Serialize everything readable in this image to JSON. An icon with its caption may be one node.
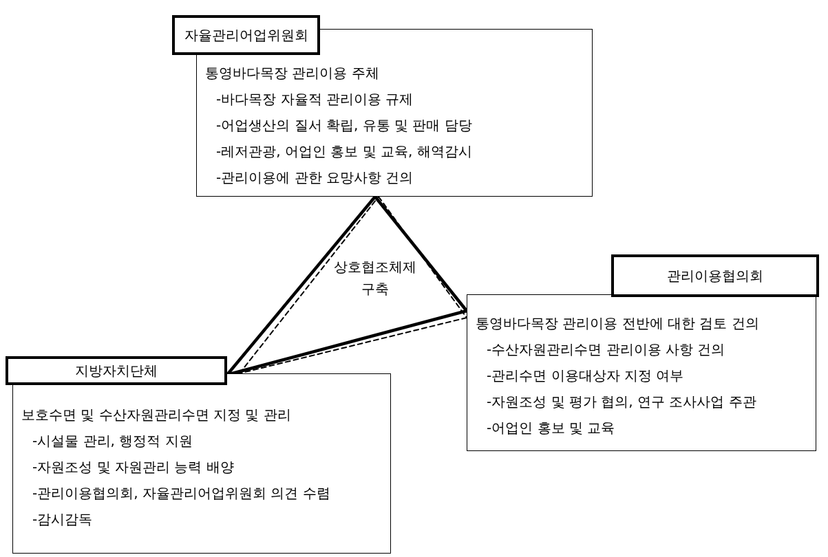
{
  "diagram": {
    "nodes": [
      {
        "text": [
          "자율관리어업위원회"
        ]
      },
      {
        "text": [
          "통영바다목장 관리이용 주체",
          "-바다목장 자율적 관리이용 규제",
          "-어업생산의 질서 확립, 유통 및 판매 담당",
          "-레저관광, 어업인 홍보 및 교육, 해역감시",
          "-관리이용에 관한 요망사항 건의"
        ]
      },
      {
        "text": [
          "관리이용협의회"
        ]
      },
      {
        "text": [
          "통영바다목장 관리이용 전반에 대한 검토 건의",
          "-수산자원관리수면 관리이용 사항 건의",
          "-관리수면 이용대상자 지정 여부",
          "-자원조성 및 평가 협의, 연구 조사사업 주관",
          "-어업인 홍보 및 교육"
        ]
      },
      {
        "text": [
          "지방자치단체"
        ]
      },
      {
        "text": [
          "보호수면 및 수산자원관리수면 지정 및 관리",
          "-시설물 관리, 행정적 지원",
          "-자원조성 및 자원관리 능력 배양",
          "-관리이용협의회, 자율관리어업위원회 의견 수렴",
          "-감시감독"
        ]
      }
    ],
    "edges": [
      {
        "from": 1,
        "to": 3,
        "arrow": "none",
        "style": "thick"
      },
      {
        "from": 3,
        "to": 4,
        "arrow": "none",
        "style": "thick"
      },
      {
        "from": 4,
        "to": 1,
        "arrow": "none",
        "style": "thick"
      },
      {
        "from": 1,
        "to": 3,
        "arrow": "none",
        "style": "dashed"
      },
      {
        "from": 3,
        "to": 5,
        "arrow": "none",
        "style": "dashed"
      },
      {
        "from": 5,
        "to": 1,
        "arrow": "none",
        "style": "dashed"
      }
    ],
    "labels": [
      "상호협조체제 구축"
    ]
  }
}
